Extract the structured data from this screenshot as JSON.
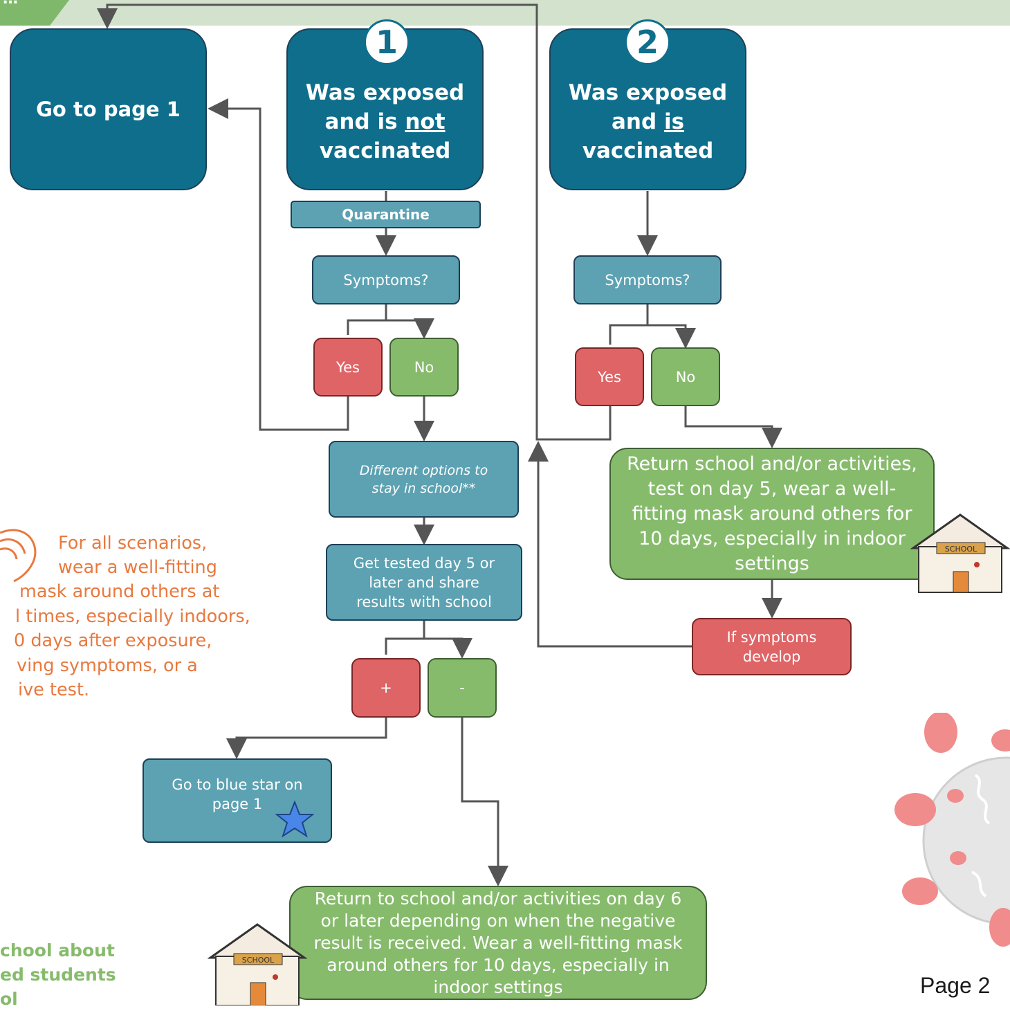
{
  "top_tab": "…",
  "boxes": {
    "go_page1": "Go to page 1",
    "scenario1": {
      "num": "1",
      "line1": "Was exposed",
      "line2_pre": "and is ",
      "line2_u": "not",
      "line3": "vaccinated"
    },
    "scenario2": {
      "num": "2",
      "line1": "Was exposed",
      "line2_pre": "and ",
      "line2_u": "is",
      "line3": "vaccinated"
    },
    "quarantine": "Quarantine",
    "symptoms1": "Symptoms?",
    "symptoms2": "Symptoms?",
    "yes1": "Yes",
    "no1": "No",
    "yes2": "Yes",
    "no2": "No",
    "options": "Different options to stay in school**",
    "get_tested": "Get tested day 5 or later and share results with school",
    "plus": "+",
    "minus": "-",
    "blue_star": "Go to blue star on page 1",
    "return2": "Return school and/or activities, test on day 5, wear a well-fitting mask around others for 10 days, especially in indoor settings",
    "if_symptoms": "If symptoms develop",
    "return1": "Return to school and/or activities on day 6 or later depending on when the negative result is received. Wear a well-fitting mask around others for 10 days, especially in indoor settings"
  },
  "note": {
    "line1": "For all scenarios,",
    "line2": "wear a well-fitting",
    "line3": "mask around others at",
    "line4": "l times, especially indoors,",
    "line5": "0 days after exposure,",
    "line6": "ving symptoms, or a",
    "line7": "ive test."
  },
  "green_note": {
    "line1": "chool about",
    "line2": "ed students",
    "line3": "ol"
  },
  "house_label": "SCHOOL",
  "page_number": "Page 2",
  "colors": {
    "navy": "#0f6e8c",
    "teal": "#5ca2b2",
    "red": "#df6466",
    "green": "#86bb6c",
    "orange": "#e8793f",
    "bar": "#d3e2cc"
  }
}
